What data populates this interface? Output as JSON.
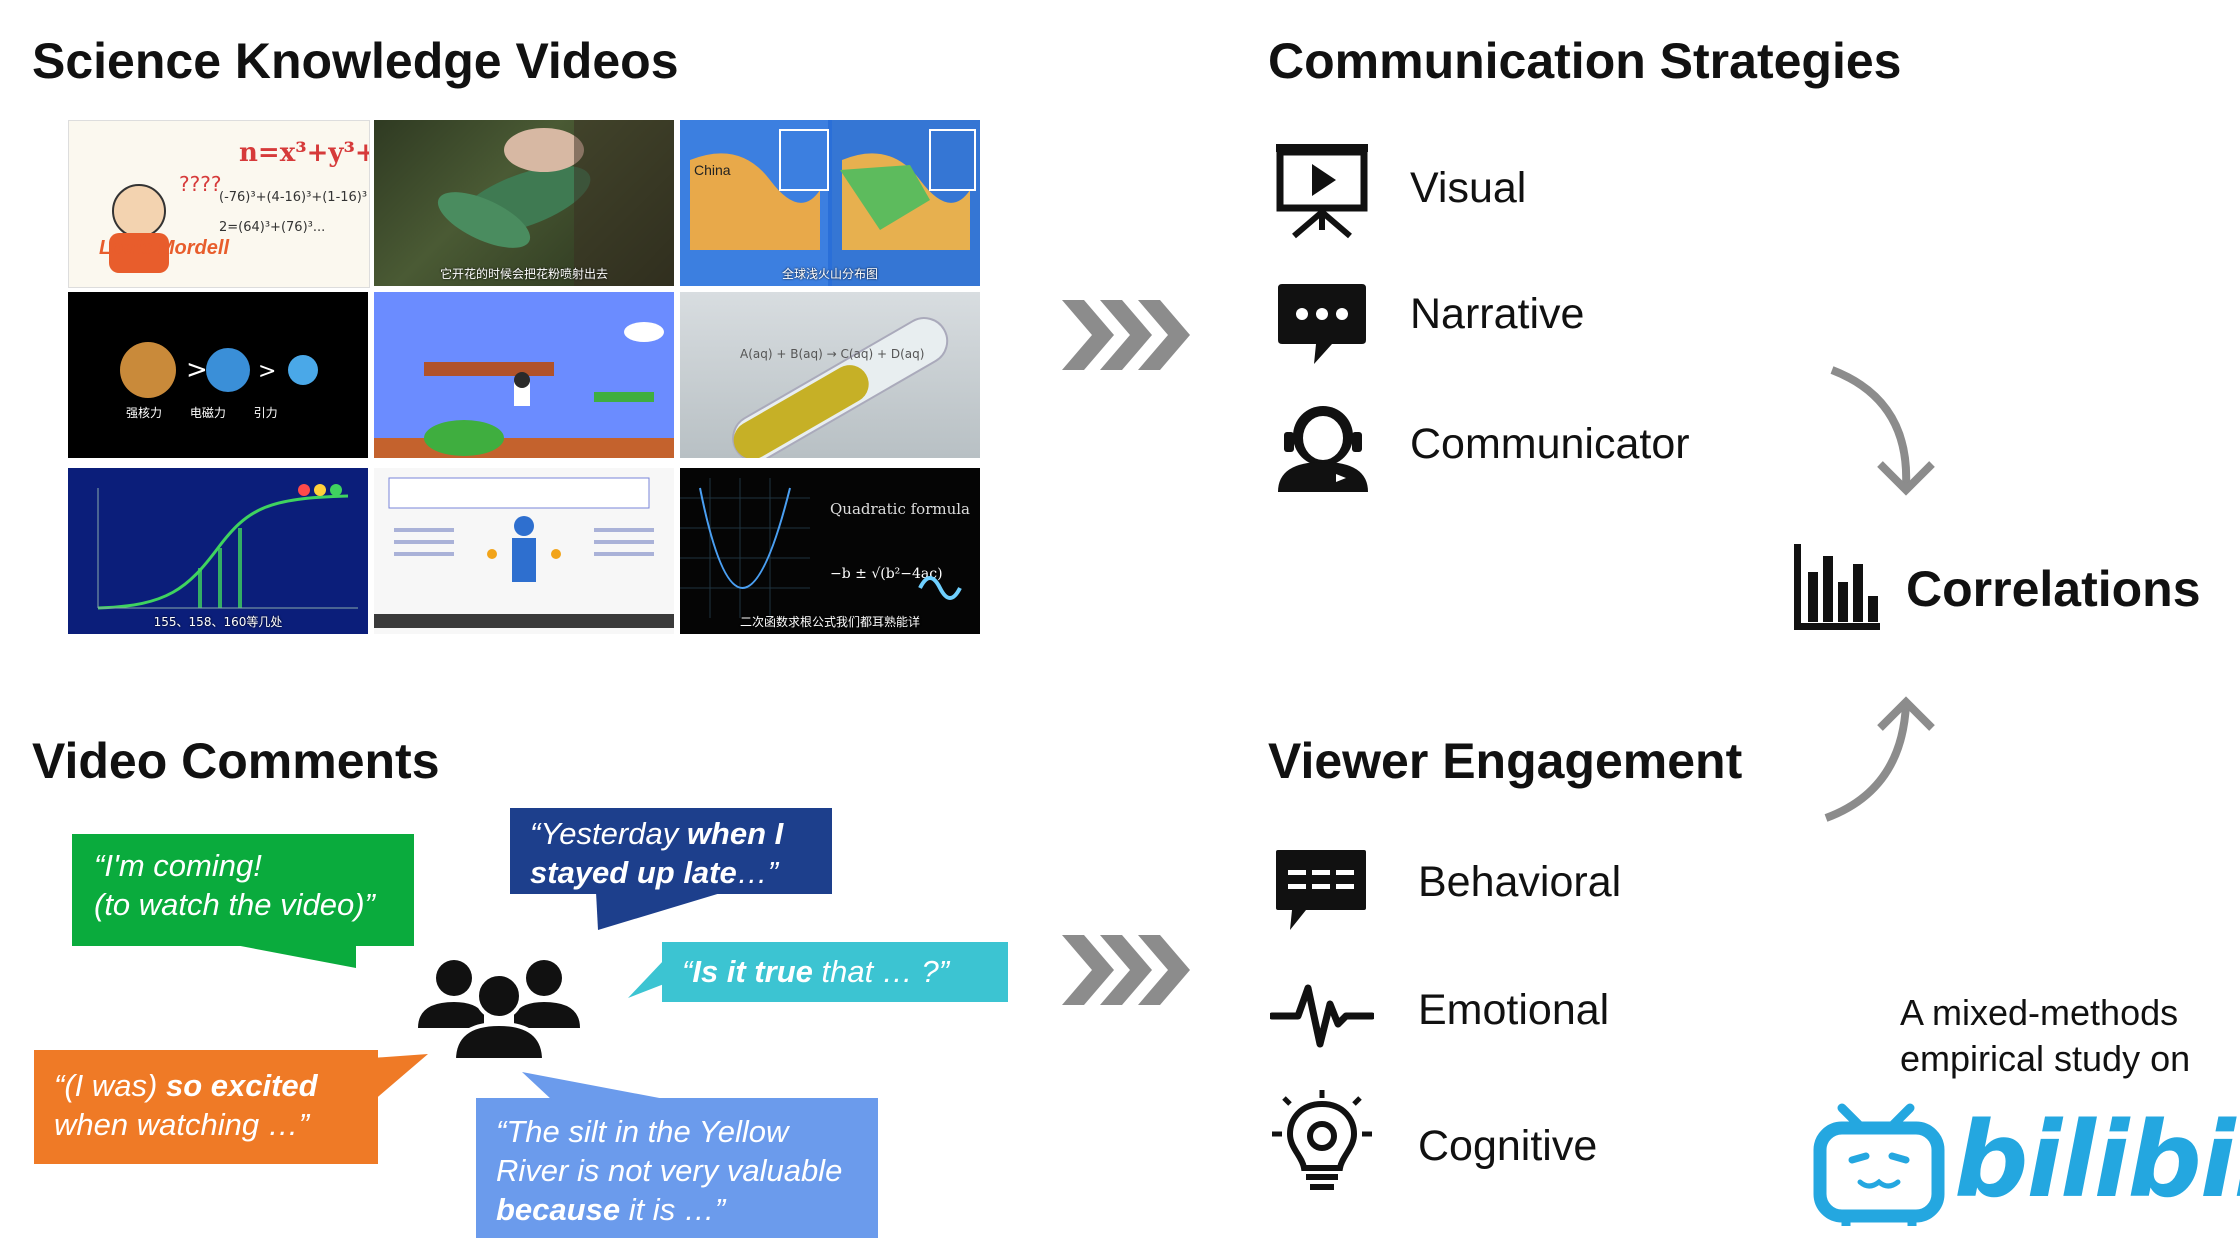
{
  "headings": {
    "videos": "Science Knowledge Videos",
    "strategies": "Communication Strategies",
    "comments": "Video Comments",
    "engagement": "Viewer Engagement",
    "correlations": "Correlations"
  },
  "strategies": [
    {
      "label": "Visual",
      "icon": "projector-icon"
    },
    {
      "label": "Narrative",
      "icon": "chat-bubble-icon"
    },
    {
      "label": "Communicator",
      "icon": "person-headset-icon"
    }
  ],
  "engagement": [
    {
      "label": "Behavioral",
      "icon": "comment-icon"
    },
    {
      "label": "Emotional",
      "icon": "heartbeat-icon"
    },
    {
      "label": "Cognitive",
      "icon": "lightbulb-gear-icon"
    }
  ],
  "thumbnails": [
    {
      "caption": "",
      "text": "Louis Mordell"
    },
    {
      "caption": "它开花的时候会把花粉喷射出去",
      "text": ""
    },
    {
      "caption": "全球浅火山分布图",
      "text": "China"
    },
    {
      "caption": "",
      "text": "强核力  电磁力  引力"
    },
    {
      "caption": "",
      "text": ""
    },
    {
      "caption": "",
      "text": ""
    },
    {
      "caption": "155、158、160等几处",
      "text": ""
    },
    {
      "caption": "",
      "text": ""
    },
    {
      "caption": "二次函数求根公式我们都耳熟能详",
      "text": "Quadratic formula"
    }
  ],
  "comments": {
    "green_line1": "I'm coming!",
    "green_line2": "(to watch the video)",
    "navy_normal": "Yesterday ",
    "navy_bold1": "when I",
    "navy_bold2": "stayed up late",
    "navy_end": "…",
    "cyan_bold": "Is it true",
    "cyan_normal": " that … ?",
    "orange_normal1": "(I was) ",
    "orange_bold": "so excited",
    "orange_line2": "when watching …",
    "blue_line1": "The silt in the Yellow",
    "blue_line2": "River is not very valuable",
    "blue_bold": "because",
    "blue_end": " it is …"
  },
  "footnote": {
    "line1": "A mixed-methods",
    "line2": "empirical study on"
  },
  "logo": "bilibili",
  "colors": {
    "green": "#0aab3d",
    "navy": "#1d3f8c",
    "cyan": "#3cc4d2",
    "orange": "#ef7a26",
    "blue": "#6b9bec",
    "chevron": "#8c8c8c",
    "bilibili": "#24a7e0"
  }
}
